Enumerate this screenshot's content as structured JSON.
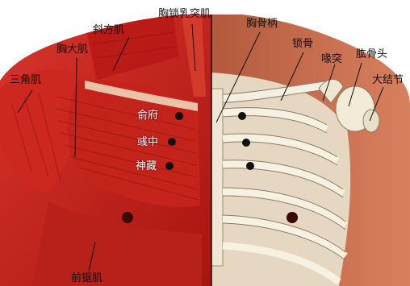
{
  "labels": {
    "sanjiaoji": "三角肌",
    "xiefangji": "斜方肌",
    "xiongdaji": "胸大肌",
    "xiongsuoruitu": "胸锁乳突肌",
    "xionggubing": "胸骨柄",
    "suogu": "锁骨",
    "huitu": "喙突",
    "hongutou": "肱骨头",
    "dajiejie": "大结节",
    "shufu": "俞府",
    "yuzhong": "彧中",
    "shencang": "神藏",
    "qianjuji": "前锯肌"
  },
  "colors": {
    "muscle": "#c8201c",
    "muscle_dark": "#7a0e0c",
    "bone": "#f2ecd6",
    "skin": "#c9694a",
    "acupoint": "#111111"
  }
}
